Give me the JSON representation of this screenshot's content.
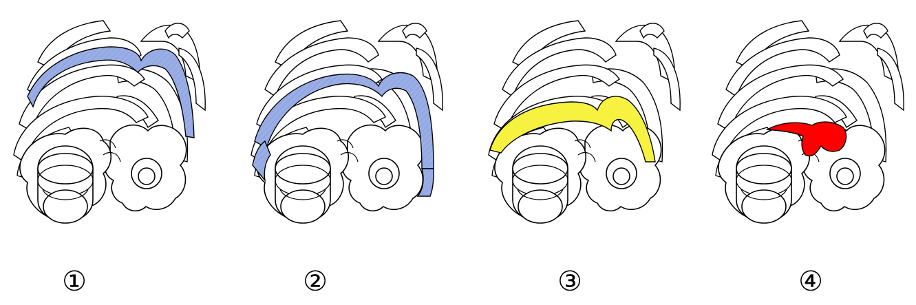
{
  "steps": [
    {
      "label": "①",
      "highlight": "blue"
    },
    {
      "label": "②",
      "highlight": "blue"
    },
    {
      "label": "③",
      "highlight": "yellow"
    },
    {
      "label": "④",
      "highlight": "red"
    }
  ],
  "colors": {
    "blue": "#9aaee6",
    "yellow": "#f7f23f",
    "red": "#ff0000",
    "outline": "#000000",
    "background": "#ffffff"
  }
}
